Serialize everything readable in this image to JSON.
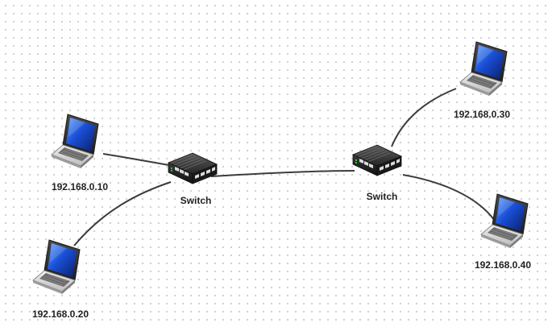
{
  "colors": {
    "link": "#3c3c3c",
    "screen": "#1a4fd6",
    "switch_body": "#2b2b2b",
    "port_led": "#3ddc4a"
  },
  "nodes": {
    "laptop_1": {
      "label": "192.168.0.10",
      "icon": "laptop-icon"
    },
    "laptop_2": {
      "label": "192.168.0.20",
      "icon": "laptop-icon"
    },
    "laptop_3": {
      "label": "192.168.0.30",
      "icon": "laptop-icon"
    },
    "laptop_4": {
      "label": "192.168.0.40",
      "icon": "laptop-icon"
    },
    "switch_1": {
      "label": "Switch",
      "icon": "network-switch-icon"
    },
    "switch_2": {
      "label": "Switch",
      "icon": "network-switch-icon"
    }
  },
  "links": [
    {
      "from": "laptop_1",
      "to": "switch_1"
    },
    {
      "from": "laptop_2",
      "to": "switch_1"
    },
    {
      "from": "switch_1",
      "to": "switch_2"
    },
    {
      "from": "laptop_3",
      "to": "switch_2"
    },
    {
      "from": "laptop_4",
      "to": "switch_2"
    }
  ]
}
